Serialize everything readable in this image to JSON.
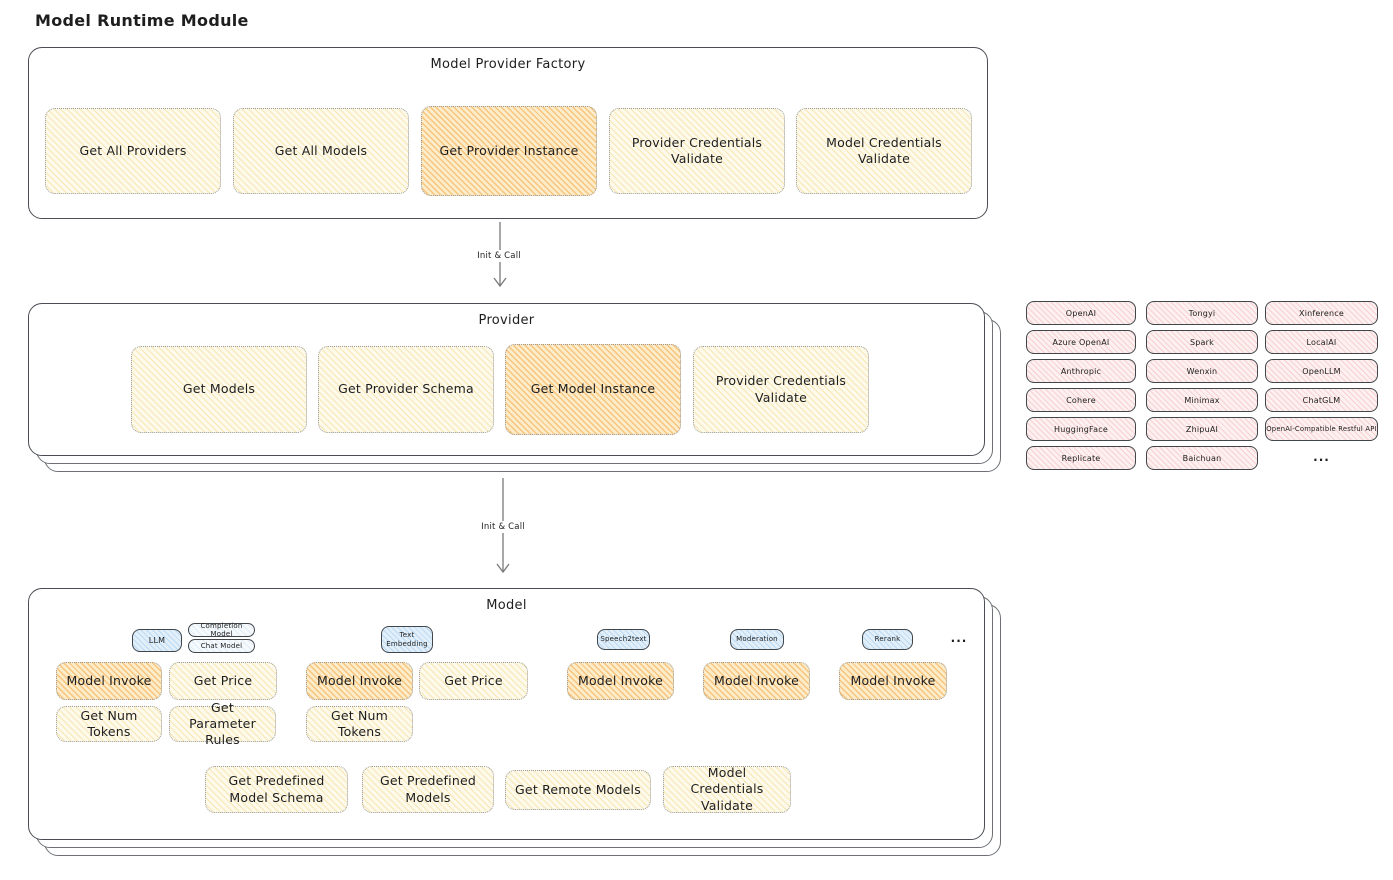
{
  "page": {
    "title": "Model Runtime Module"
  },
  "colors": {
    "yellow_fill": "#fdfaec",
    "orange_highlight": "#f3a63e",
    "pink_fill": "#fdf0f0",
    "blue_fill": "#e2eff9",
    "border_dark": "#4a4e54",
    "border_dotted": "#9b9b9b",
    "text": "#1e1e1e"
  },
  "factory": {
    "title": "Model Provider Factory",
    "get_all_providers": "Get All Providers",
    "get_all_models": "Get All Models",
    "get_provider_instance": "Get Provider Instance",
    "provider_credentials_validate": "Provider Credentials Validate",
    "model_credentials_validate": "Model Credentials Validate"
  },
  "arrows": {
    "factory_to_provider": "Init & Call",
    "provider_to_model": "Init & Call"
  },
  "provider": {
    "title": "Provider",
    "get_models": "Get Models",
    "get_provider_schema": "Get Provider Schema",
    "get_model_instance": "Get Model Instance",
    "provider_credentials_validate": "Provider Credentials Validate"
  },
  "providers": {
    "col1": [
      "OpenAI",
      "Azure OpenAI",
      "Anthropic",
      "Cohere",
      "HuggingFace",
      "Replicate"
    ],
    "col2": [
      "Tongyi",
      "Spark",
      "Wenxin",
      "Minimax",
      "ZhipuAI",
      "Baichuan"
    ],
    "col3": [
      "Xinference",
      "LocalAI",
      "OpenLLM",
      "ChatGLM",
      "OpenAI-Compatible Restful API"
    ],
    "more": "..."
  },
  "model": {
    "title": "Model",
    "types": {
      "llm": "LLM",
      "completion_model": "Completion Model",
      "chat_model": "Chat Model",
      "text_embedding": "Text Embedding",
      "speech2text": "Speech2text",
      "moderation": "Moderation",
      "rerank": "Rerank",
      "more": "..."
    },
    "model_invoke": "Model Invoke",
    "get_price": "Get Price",
    "get_num_tokens": "Get Num Tokens",
    "get_parameter_rules": "Get Parameter Rules",
    "get_predefined_model_schema": "Get Predefined Model Schema",
    "get_predefined_models": "Get Predefined Models",
    "get_remote_models": "Get Remote Models",
    "model_credentials_validate": "Model Credentials Validate"
  }
}
